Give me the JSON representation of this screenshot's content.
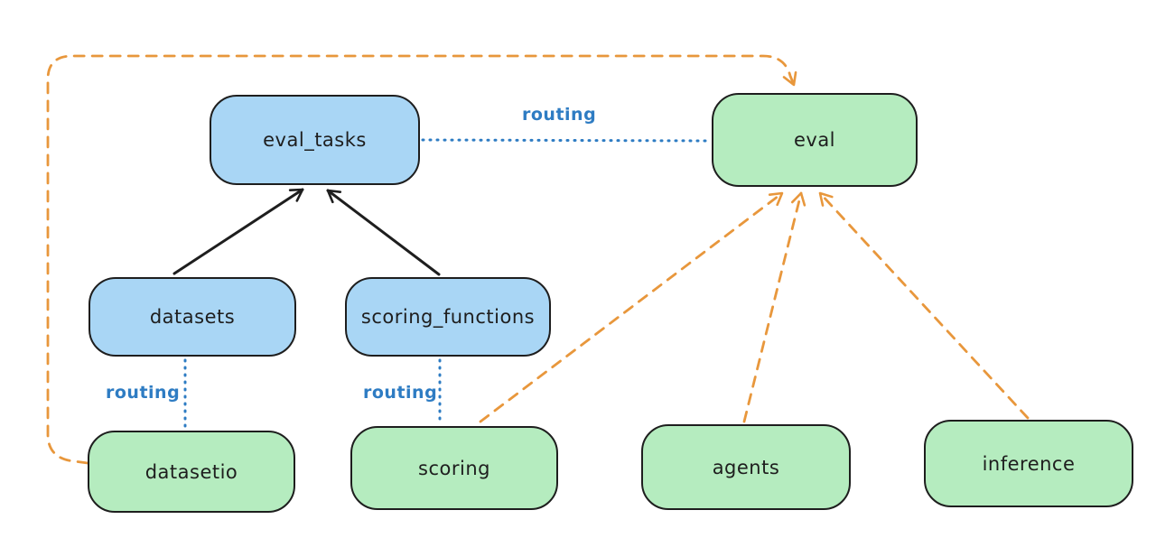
{
  "nodes": {
    "eval_tasks": {
      "label": "eval_tasks",
      "fill": "blue"
    },
    "eval": {
      "label": "eval",
      "fill": "green"
    },
    "datasets": {
      "label": "datasets",
      "fill": "blue"
    },
    "scoring_functions": {
      "label": "scoring_functions",
      "fill": "blue"
    },
    "datasetio": {
      "label": "datasetio",
      "fill": "green"
    },
    "scoring": {
      "label": "scoring",
      "fill": "green"
    },
    "agents": {
      "label": "agents",
      "fill": "green"
    },
    "inference": {
      "label": "inference",
      "fill": "green"
    }
  },
  "edge_labels": {
    "eval_tasks_eval": "routing",
    "datasets_datasetio": "routing",
    "scoring_functions_scoring": "routing"
  },
  "edges": [
    {
      "from": "datasets",
      "to": "eval_tasks",
      "style": "solid-arrow",
      "color": "#1e1e1e"
    },
    {
      "from": "scoring_functions",
      "to": "eval_tasks",
      "style": "solid-arrow",
      "color": "#1e1e1e"
    },
    {
      "from": "eval_tasks",
      "to": "eval",
      "style": "dotted-line",
      "color": "#2e7cc3",
      "label": "routing"
    },
    {
      "from": "datasets",
      "to": "datasetio",
      "style": "dotted-line",
      "color": "#2e7cc3",
      "label": "routing"
    },
    {
      "from": "scoring_functions",
      "to": "scoring",
      "style": "dotted-line",
      "color": "#2e7cc3",
      "label": "routing"
    },
    {
      "from": "datasetio",
      "to": "eval",
      "style": "dashed-arrow",
      "color": "#e8973c",
      "route": "around-top-left"
    },
    {
      "from": "scoring",
      "to": "eval",
      "style": "dashed-arrow",
      "color": "#e8973c"
    },
    {
      "from": "agents",
      "to": "eval",
      "style": "dashed-arrow",
      "color": "#e8973c"
    },
    {
      "from": "inference",
      "to": "eval",
      "style": "dashed-arrow",
      "color": "#e8973c"
    }
  ],
  "colors": {
    "background": "#ffffff",
    "box_stroke": "#1e1e1e",
    "blue_fill": "#a9d6f5",
    "green_fill": "#b5ecbf",
    "routing_blue": "#2e7cc3",
    "edge_orange": "#e8973c"
  }
}
